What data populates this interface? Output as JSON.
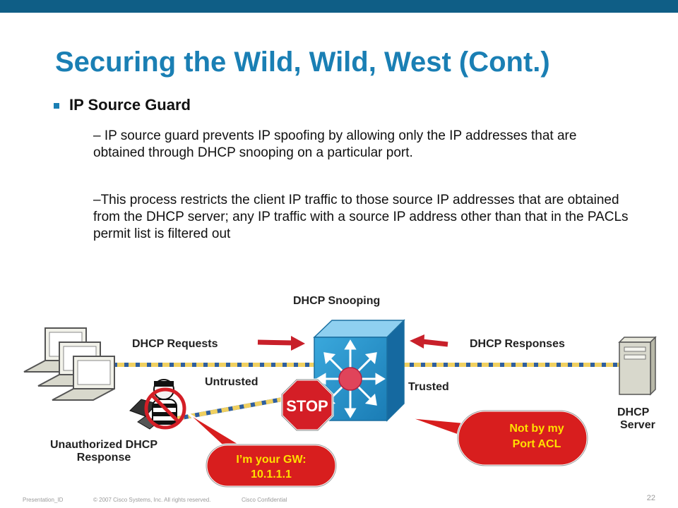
{
  "slide": {
    "title": "Securing the Wild, Wild, West (Cont.)",
    "bullet": "IP Source Guard",
    "paragraphs": [
      "– IP source guard prevents IP spoofing by allowing only the IP addresses that are obtained through DHCP snooping on a particular port.",
      "–This process restricts the client IP traffic to those source IP addresses that are obtained from the DHCP server; any IP traffic with a source IP address other than that in the PACLs permit list is filtered out"
    ]
  },
  "diagram": {
    "snooping_label": "DHCP Snooping",
    "requests_label": "DHCP Requests",
    "responses_label": "DHCP Responses",
    "untrusted_label": "Untrusted",
    "trusted_label": "Trusted",
    "server_label_line1": "DHCP",
    "server_label_line2": "Server",
    "unauthorized_line1": "Unauthorized DHCP",
    "unauthorized_line2": "Response",
    "stop_sign": "STOP",
    "callout_gw_line1": "I’m your GW:",
    "callout_gw_line2": "10.1.1.1",
    "callout_acl_line1": "Not by my",
    "callout_acl_line2": "Port ACL"
  },
  "footer": {
    "presentation_id": "Presentation_ID",
    "copyright": "© 2007 Cisco Systems, Inc. All rights reserved.",
    "confidential": "Cisco Confidential",
    "page_number": "22"
  },
  "colors": {
    "title_blue": "#1a7fb4",
    "top_bar": "#0f5e86",
    "switch_blue": "#1e8ec8",
    "callout_red": "#d81e1e",
    "callout_text": "#ffe000",
    "arrow_red": "#c8202a"
  }
}
